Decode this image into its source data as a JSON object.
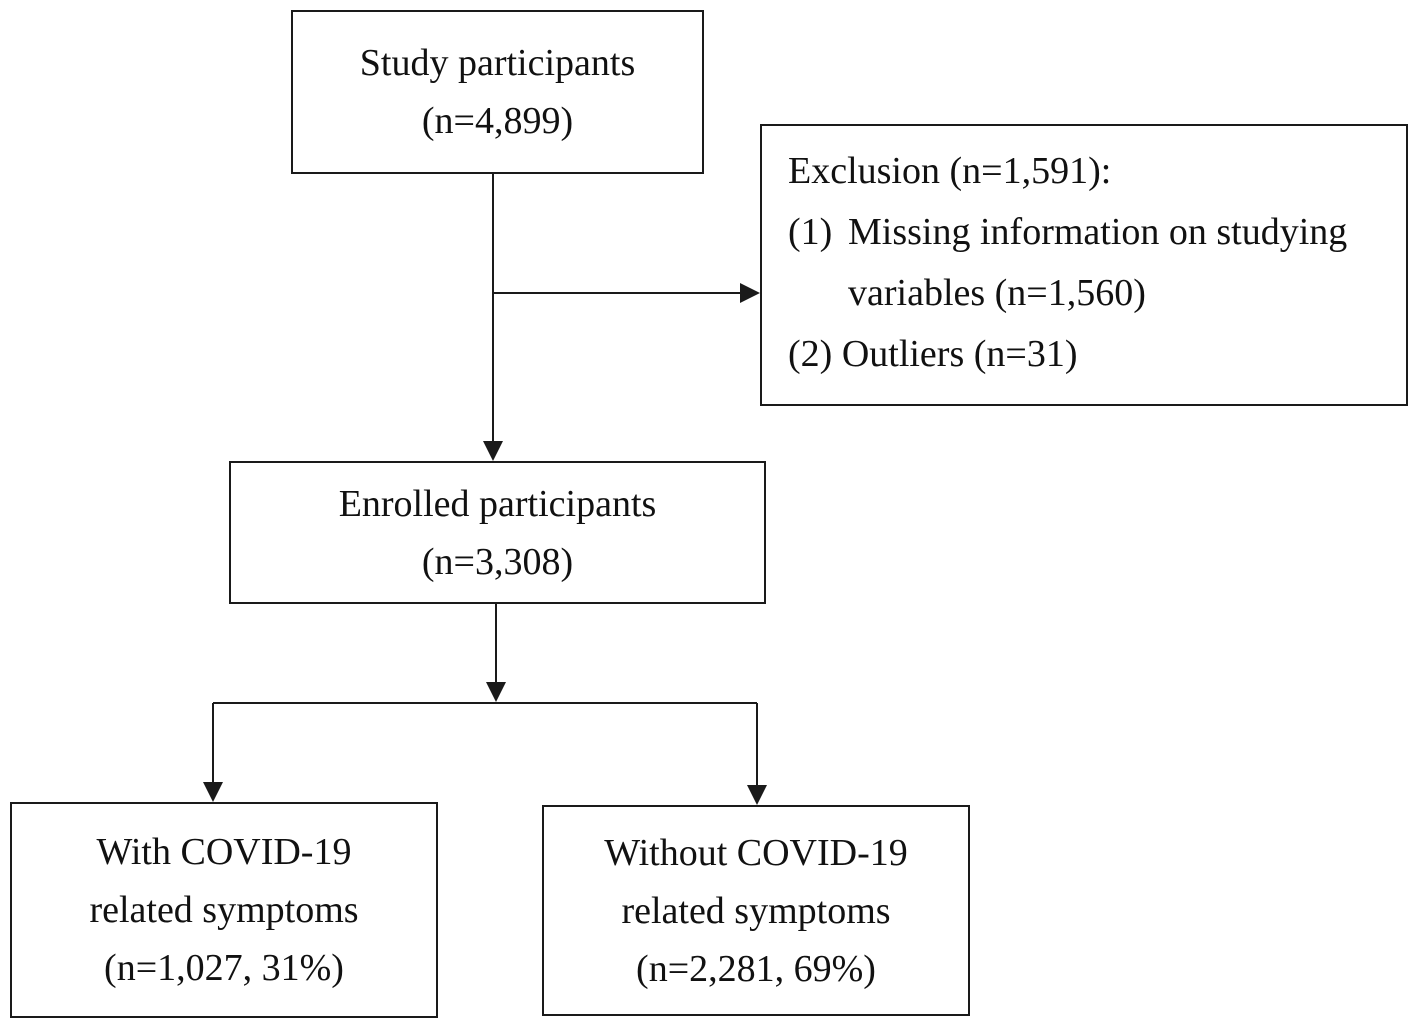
{
  "study": {
    "line1": "Study participants",
    "line2": "(n=4,899)"
  },
  "exclusion": {
    "title": "Exclusion (n=1,591):",
    "items": [
      {
        "num": "(1)",
        "line1": "Missing information on studying",
        "line2": "variables (n=1,560)"
      },
      {
        "num": "(2)",
        "line1": "Outliers (n=31)"
      }
    ]
  },
  "enrolled": {
    "line1": "Enrolled participants",
    "line2": "(n=3,308)"
  },
  "with_symptoms": {
    "line1": "With COVID-19",
    "line2": "related symptoms",
    "line3": "(n=1,027, 31%)"
  },
  "without_symptoms": {
    "line1": "Without COVID-19",
    "line2": "related symptoms",
    "line3": "(n=2,281, 69%)"
  },
  "colors": {
    "stroke": "#1a1a1a",
    "text": "#111111",
    "background": "#ffffff"
  }
}
